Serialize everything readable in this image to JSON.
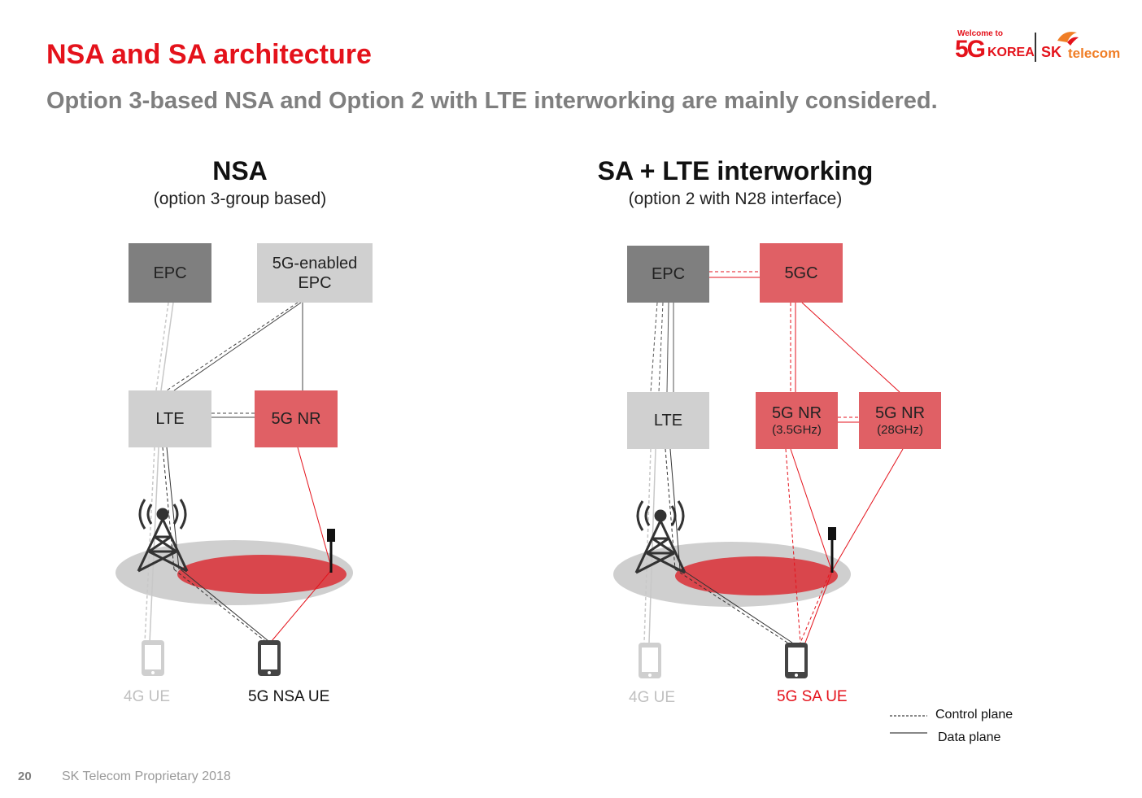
{
  "header": {
    "title": "NSA and SA architecture",
    "subtitle": "Option 3-based NSA and Option 2 with LTE interworking are mainly considered."
  },
  "logo": {
    "welcome": "Welcome to",
    "five_g": "5G",
    "korea": "KOREA",
    "sk": "SK",
    "telecom": "telecom"
  },
  "nsa": {
    "title": "NSA",
    "subtitle": "(option 3-group based)",
    "epc": "EPC",
    "epc5g": "5G-enabled\nEPC",
    "lte": "LTE",
    "nr": "5G NR",
    "ue4g": "4G UE",
    "ue5g": "5G NSA UE"
  },
  "sa": {
    "title": "SA + LTE interworking",
    "subtitle": "(option 2 with N28 interface)",
    "epc": "EPC",
    "core5g": "5GC",
    "lte": "LTE",
    "nr1": "5G NR",
    "nr1_band": "(3.5GHz)",
    "nr2": "5G NR",
    "nr2_band": "(28GHz)",
    "ue4g": "4G UE",
    "ue5g": "5G SA UE"
  },
  "legend": {
    "control": "Control plane",
    "data": "Data plane"
  },
  "footer": {
    "page": "20",
    "text": "SK Telecom Proprietary 2018"
  },
  "colors": {
    "accent_red": "#e4121b",
    "box_red": "#e06065",
    "box_dark": "#7f7f7f",
    "box_light": "#d0d0d0",
    "coverage_gray": "#cfcfcf",
    "coverage_red": "#d9464c"
  }
}
